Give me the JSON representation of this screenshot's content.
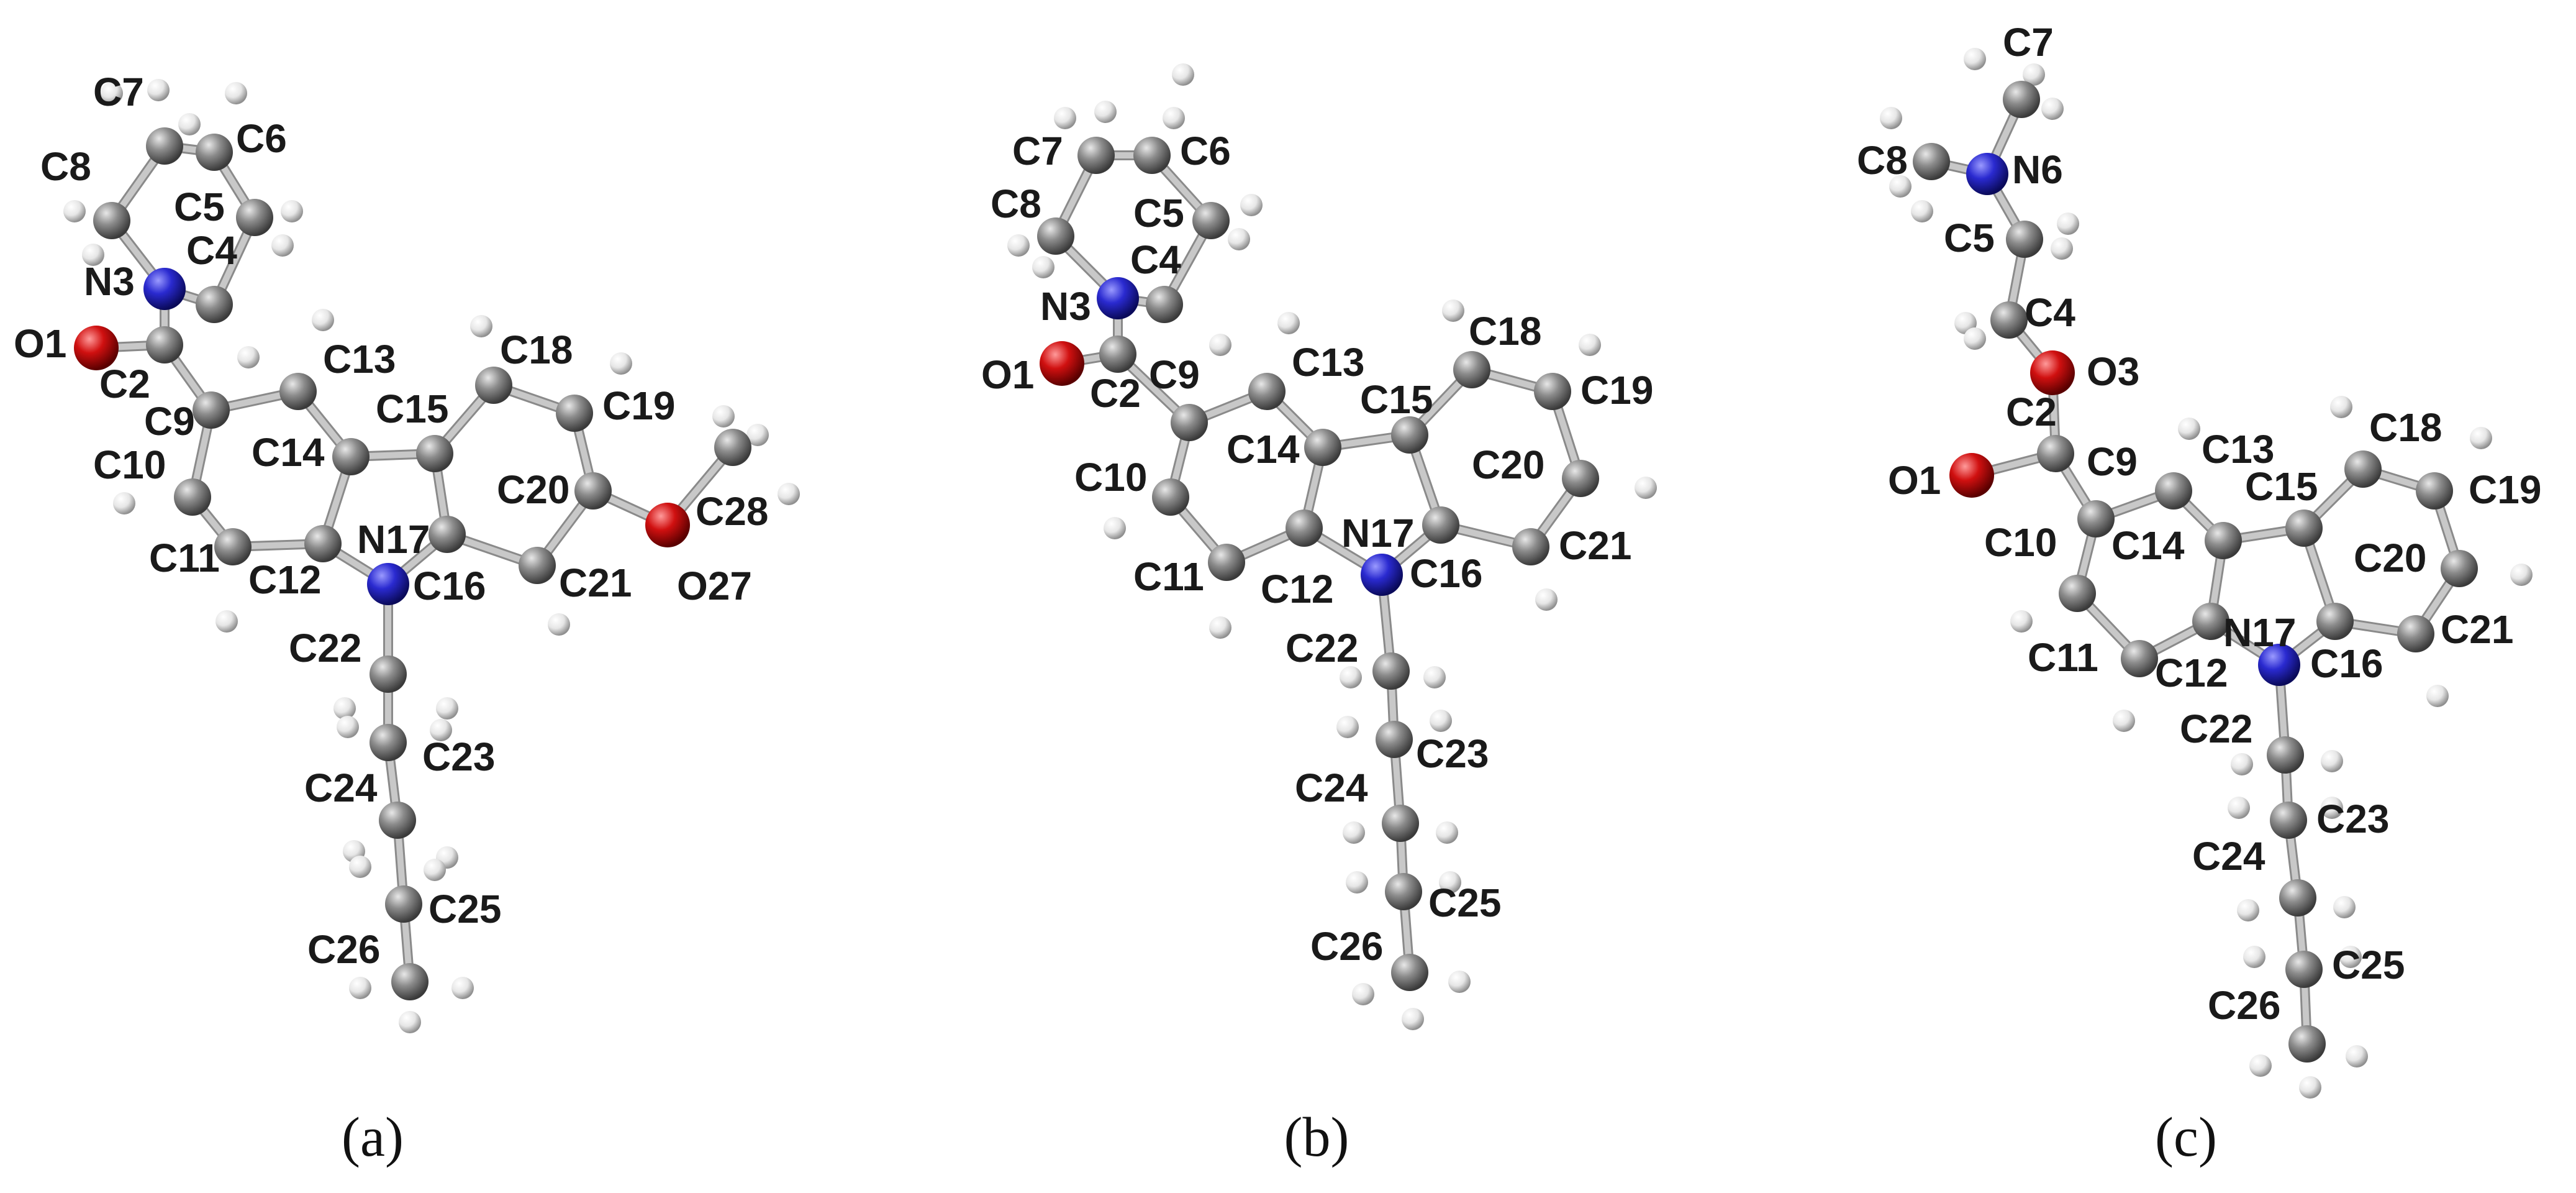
{
  "figure": {
    "panels": [
      {
        "caption": "(a)",
        "labels": [
          "C7",
          "C6",
          "C8",
          "C5",
          "C4",
          "N3",
          "O1",
          "C2",
          "C13",
          "C18",
          "C19",
          "C9",
          "C15",
          "C14",
          "C10",
          "C20",
          "C28",
          "N17",
          "C11",
          "C12",
          "C16",
          "C21",
          "O27",
          "C22",
          "C23",
          "C24",
          "C25",
          "C26"
        ]
      },
      {
        "caption": "(b)",
        "labels": [
          "C7",
          "C6",
          "C8",
          "C5",
          "C4",
          "N3",
          "O1",
          "C2",
          "C9",
          "C13",
          "C18",
          "C15",
          "C19",
          "C14",
          "C10",
          "C20",
          "N17",
          "C11",
          "C12",
          "C16",
          "C21",
          "C22",
          "C23",
          "C24",
          "C25",
          "C26"
        ]
      },
      {
        "caption": "(c)",
        "labels": [
          "C7",
          "C8",
          "N6",
          "C5",
          "C4",
          "C2",
          "O3",
          "O1",
          "C13",
          "C18",
          "C9",
          "C15",
          "C19",
          "C10",
          "C14",
          "C20",
          "N17",
          "C11",
          "C12",
          "C16",
          "C21",
          "C22",
          "C23",
          "C24",
          "C25",
          "C26"
        ]
      }
    ],
    "atom_colors": {
      "carbon": "#8c8c8c",
      "hydrogen": "#e6e6e6",
      "nitrogen": "#2a2ad0",
      "oxygen": "#d01010"
    }
  }
}
